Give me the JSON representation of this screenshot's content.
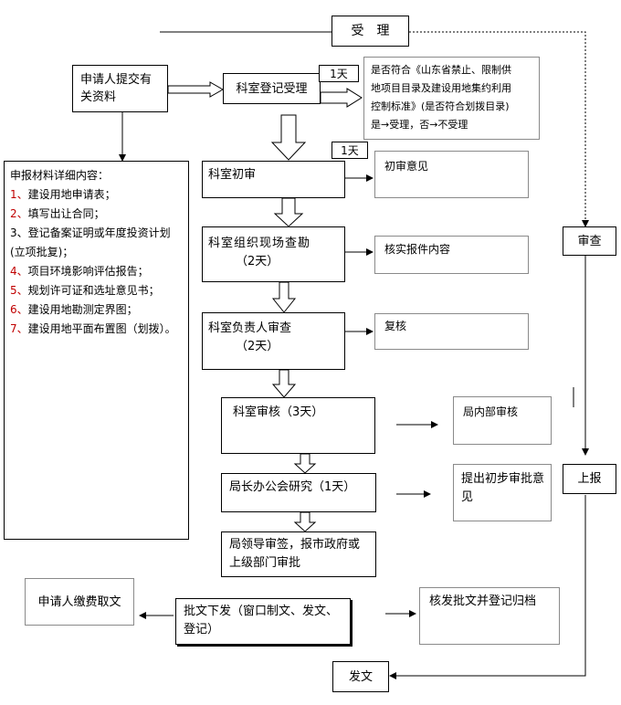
{
  "nodes": {
    "accept": "受　理",
    "submit": "申请人提交有关资料",
    "register": "科室登记受理",
    "register_days": "1天",
    "criteria": [
      "是否符合《山东省禁止、限制供",
      "地项目目录及建设用地集约利用",
      "控制标准》(是否符合划拨目录)",
      "是→受理，否→不受理"
    ],
    "initial_review": "科室初审",
    "initial_days": "1天",
    "initial_opinion": "初审意见",
    "site_survey": "科室组织现场查勘",
    "site_survey_days": "（2天）",
    "verify_content": "核实报件内容",
    "head_review": "科室负责人审查",
    "head_review_days": "（2天）",
    "recheck": "复核",
    "dept_audit": "科室审核（3天）",
    "bureau_internal": "局内部审核",
    "bureau_meeting": "局长办公会研究（1天）",
    "preliminary": "提出初步审批意见",
    "leader_sign": "局领导审签，报市政府或上级部门审批",
    "issue_reply": "批文下发（窗口制文、发文、登记）",
    "applicant_fee": "申请人缴费取文",
    "issue_archive": "核发批文并登记归档",
    "review": "审查",
    "report_up": "上报",
    "dispatch": "发文"
  },
  "materials": {
    "title": "申报材料详细内容：",
    "items": [
      {
        "num": "1、",
        "text": "建设用地申请表；"
      },
      {
        "num": "2、",
        "text": "填写出让合同；"
      },
      {
        "num": "3、",
        "text": "登记备案证明或年度投资计划(立项批复)；"
      },
      {
        "num": "4、",
        "text": "项目环境影响评估报告；"
      },
      {
        "num": "5、",
        "text": "规划许可证和选址意见书；"
      },
      {
        "num": "6、",
        "text": "建设用地勘测定界图；"
      },
      {
        "num": "7、",
        "text": "建设用地平面布置图（划拨）。"
      }
    ]
  },
  "colors": {
    "number_red": "#c00000",
    "gray_border": "#8a8a8a"
  }
}
